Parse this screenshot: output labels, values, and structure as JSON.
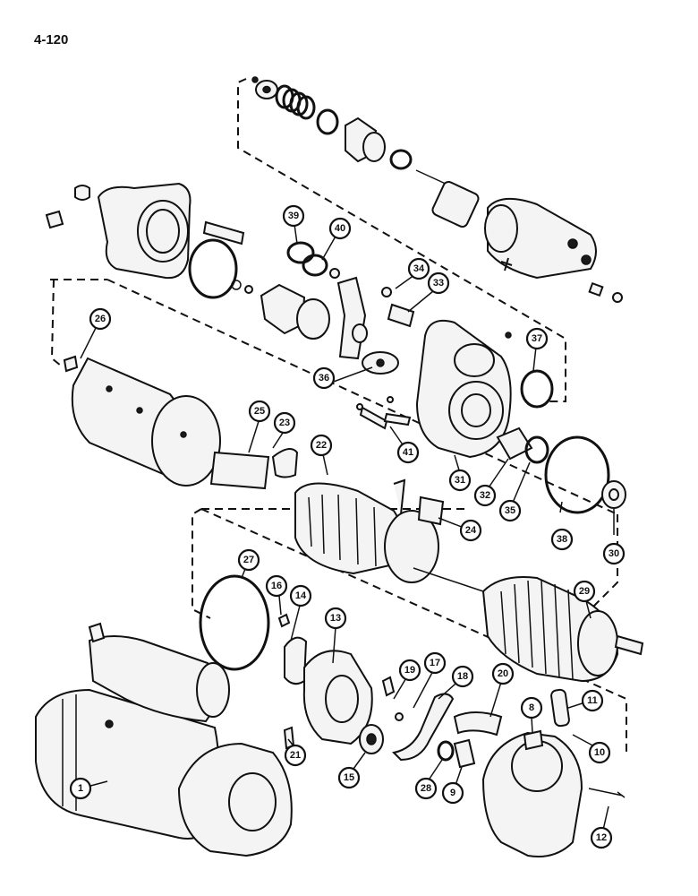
{
  "page": {
    "number": "4-120"
  },
  "callouts": [
    "1",
    "8",
    "9",
    "10",
    "11",
    "12",
    "13",
    "14",
    "15",
    "16",
    "17",
    "18",
    "19",
    "20",
    "21",
    "22",
    "23",
    "24",
    "25",
    "26",
    "27",
    "28",
    "29",
    "30",
    "31",
    "32",
    "33",
    "34",
    "35",
    "36",
    "37",
    "38",
    "39",
    "40",
    "41"
  ]
}
